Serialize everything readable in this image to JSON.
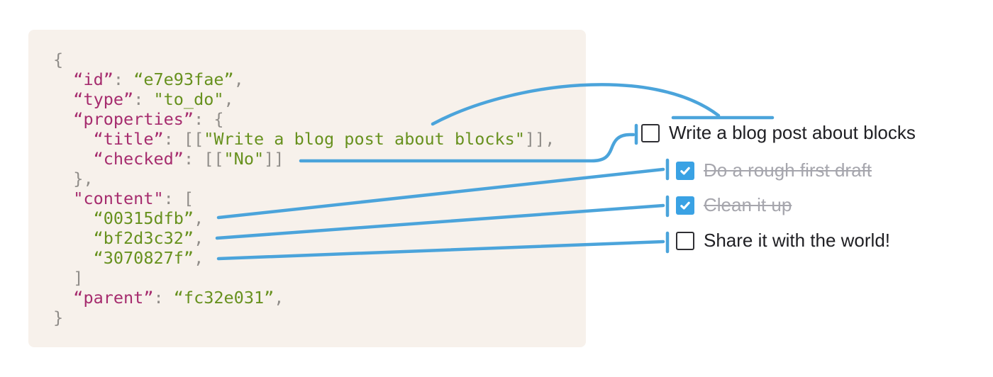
{
  "colors": {
    "panel_bg": "#f7f1eb",
    "json_key": "#a62c6e",
    "json_string": "#67911e",
    "json_punctuation": "#908d89",
    "connector_blue": "#4ba4db",
    "checkbox_checked_blue": "#3aa2e4",
    "checkbox_border": "#2f2f34",
    "todo_text": "#202024",
    "todo_done_text": "#a6a6ad"
  },
  "code": {
    "lines": [
      [
        {
          "t": "pun",
          "v": "{"
        }
      ],
      [
        {
          "t": "pun",
          "v": "  "
        },
        {
          "t": "key",
          "v": "“id”"
        },
        {
          "t": "pun",
          "v": ": "
        },
        {
          "t": "str",
          "v": "“e7e93fae”"
        },
        {
          "t": "pun",
          "v": ","
        }
      ],
      [
        {
          "t": "pun",
          "v": "  "
        },
        {
          "t": "key",
          "v": "“type”"
        },
        {
          "t": "pun",
          "v": ": "
        },
        {
          "t": "str",
          "v": "\"to_do\""
        },
        {
          "t": "pun",
          "v": ","
        }
      ],
      [
        {
          "t": "pun",
          "v": "  "
        },
        {
          "t": "key",
          "v": "“properties”"
        },
        {
          "t": "pun",
          "v": ": {"
        }
      ],
      [
        {
          "t": "pun",
          "v": "    "
        },
        {
          "t": "key",
          "v": "“title”"
        },
        {
          "t": "pun",
          "v": ": [["
        },
        {
          "t": "str",
          "v": "\"Write a blog post about blocks\""
        },
        {
          "t": "pun",
          "v": "]],"
        }
      ],
      [
        {
          "t": "pun",
          "v": "    "
        },
        {
          "t": "key",
          "v": "“checked”"
        },
        {
          "t": "pun",
          "v": ": [["
        },
        {
          "t": "str",
          "v": "\"No\""
        },
        {
          "t": "pun",
          "v": "]]"
        }
      ],
      [
        {
          "t": "pun",
          "v": "  },"
        }
      ],
      [
        {
          "t": "pun",
          "v": "  "
        },
        {
          "t": "key",
          "v": "\"content\""
        },
        {
          "t": "pun",
          "v": ": ["
        }
      ],
      [
        {
          "t": "pun",
          "v": "    "
        },
        {
          "t": "str",
          "v": "“00315dfb”"
        },
        {
          "t": "pun",
          "v": ","
        }
      ],
      [
        {
          "t": "pun",
          "v": "    "
        },
        {
          "t": "str",
          "v": "“bf2d3c32”"
        },
        {
          "t": "pun",
          "v": ","
        }
      ],
      [
        {
          "t": "pun",
          "v": "    "
        },
        {
          "t": "str",
          "v": "“3070827f”"
        },
        {
          "t": "pun",
          "v": ","
        }
      ],
      [
        {
          "t": "pun",
          "v": "  ]"
        }
      ],
      [
        {
          "t": "pun",
          "v": "  "
        },
        {
          "t": "key",
          "v": "“parent”"
        },
        {
          "t": "pun",
          "v": ": "
        },
        {
          "t": "str",
          "v": "“fc32e031”"
        },
        {
          "t": "pun",
          "v": ","
        }
      ],
      [
        {
          "t": "pun",
          "v": "}"
        }
      ]
    ]
  },
  "todos": [
    {
      "label": "Write a blog post about blocks",
      "checked": false,
      "done": false
    },
    {
      "label": "Do a rough first draft",
      "checked": true,
      "done": true
    },
    {
      "label": "Clean it up",
      "checked": true,
      "done": true
    },
    {
      "label": "Share it with the world!",
      "checked": false,
      "done": false
    }
  ],
  "connections": [
    {
      "from": "properties.title",
      "to": "todo 1 text"
    },
    {
      "from": "properties.checked",
      "to": "todo 1 checkbox"
    },
    {
      "from": "content 00315dfb",
      "to": "todo 2"
    },
    {
      "from": "content bf2d3c32",
      "to": "todo 3"
    },
    {
      "from": "content 3070827f",
      "to": "todo 4"
    }
  ]
}
